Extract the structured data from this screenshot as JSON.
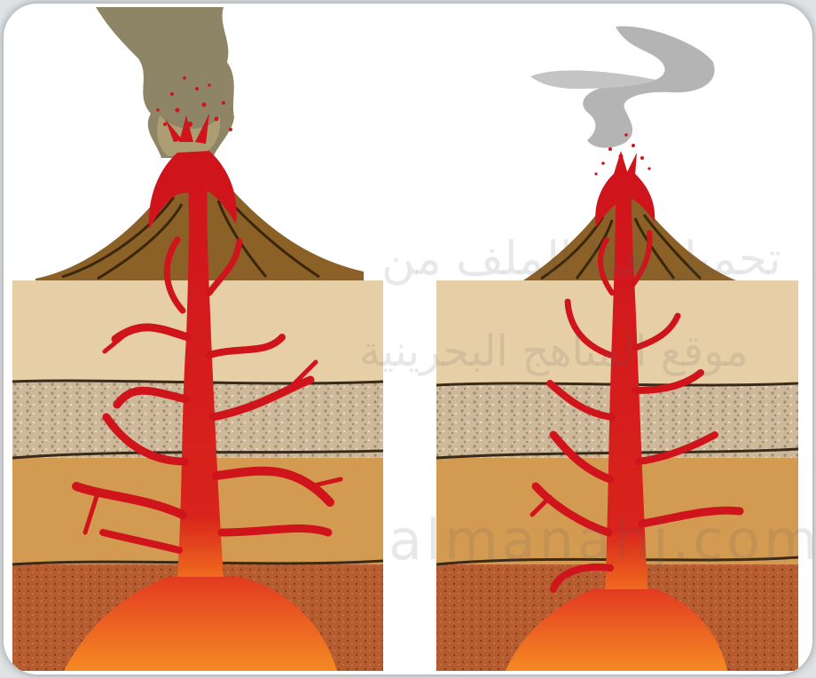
{
  "figure": {
    "panels": [
      {
        "id": "left-volcano",
        "description_name": "large-eruption"
      },
      {
        "id": "right-volcano",
        "description_name": "small-eruption"
      }
    ],
    "colors": {
      "magma_red": "#d0141c",
      "lava_orange": "#f2771e",
      "cone_brown": "#8b6128",
      "ash_dark": "#8e8567",
      "smoke_gray": "#b4b4b4"
    }
  },
  "watermark": {
    "line1": "تحميل هذا الملف من",
    "line2": "موقع المناهج البحرينية",
    "line3": "almanahj.com"
  }
}
